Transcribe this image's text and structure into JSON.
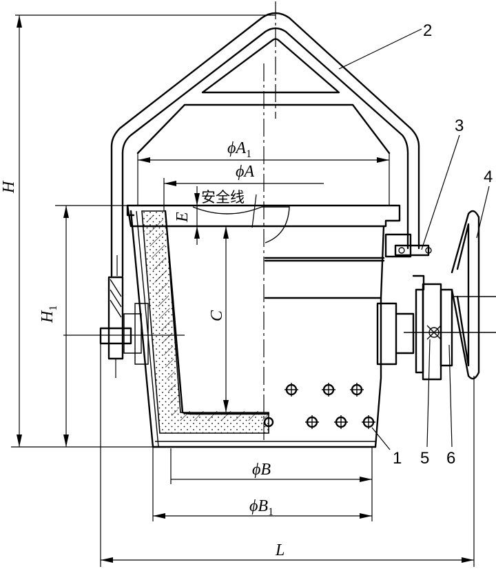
{
  "labels": {
    "H": "H",
    "H1": "H",
    "H1_sub": "1",
    "L": "L",
    "C": "C",
    "E": "E",
    "phiA1": "ϕA",
    "phiA1_sub": "1",
    "phiA": "ϕA",
    "phiB": "ϕB",
    "phiB1": "ϕB",
    "phiB1_sub": "1",
    "safety_line": "安全线"
  },
  "callouts": [
    "1",
    "2",
    "3",
    "4",
    "5",
    "6"
  ]
}
